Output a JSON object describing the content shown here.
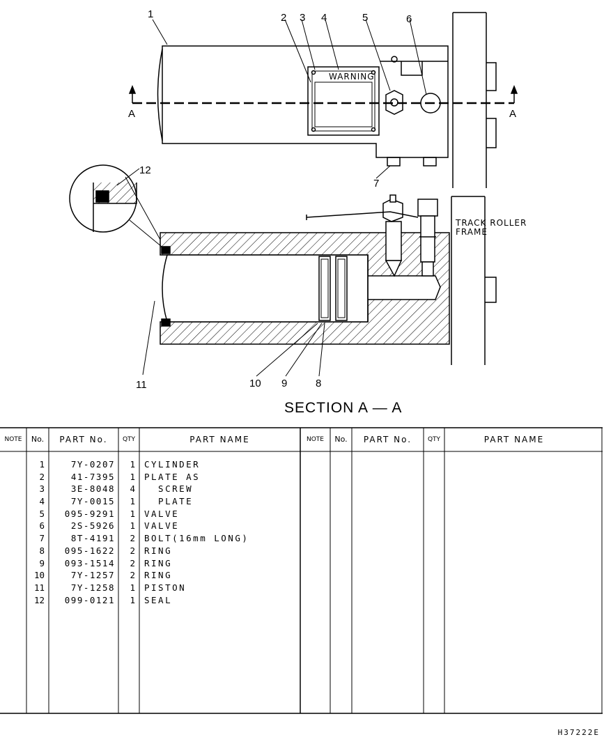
{
  "callouts": [
    "1",
    "2",
    "3",
    "4",
    "5",
    "6",
    "7",
    "8",
    "9",
    "10",
    "11",
    "12"
  ],
  "section_arrows": {
    "left": "A",
    "right": "A"
  },
  "warning_plate_text": "WARNING",
  "frame_label_line1": "TRACK ROLLER",
  "frame_label_line2": "FRAME",
  "section_title": "SECTION A — A",
  "table": {
    "headers": {
      "note": "NOTE",
      "no": "No.",
      "part_no": "PART No.",
      "qty": "QTY",
      "part_name": "PART NAME",
      "note2": "NOTE",
      "no2": "No.",
      "part_no2": "PART No.",
      "qty2": "QTY",
      "part_name2": "PART NAME"
    },
    "rows": [
      {
        "no": "1",
        "part_no": "7Y-0207",
        "qty": "1",
        "name": "CYLINDER"
      },
      {
        "no": "2",
        "part_no": "41-7395",
        "qty": "1",
        "name": "PLATE AS"
      },
      {
        "no": "3",
        "part_no": "3E-8048",
        "qty": "4",
        "name": "  SCREW"
      },
      {
        "no": "4",
        "part_no": "7Y-0015",
        "qty": "1",
        "name": "  PLATE"
      },
      {
        "no": "5",
        "part_no": "095-9291",
        "qty": "1",
        "name": "VALVE"
      },
      {
        "no": "6",
        "part_no": "2S-5926",
        "qty": "1",
        "name": "VALVE"
      },
      {
        "no": "7",
        "part_no": "8T-4191",
        "qty": "2",
        "name": "BOLT(16mm LONG)"
      },
      {
        "no": "8",
        "part_no": "095-1622",
        "qty": "2",
        "name": "RING"
      },
      {
        "no": "9",
        "part_no": "093-1514",
        "qty": "2",
        "name": "RING"
      },
      {
        "no": "10",
        "part_no": "7Y-1257",
        "qty": "2",
        "name": "RING"
      },
      {
        "no": "11",
        "part_no": "7Y-1258",
        "qty": "1",
        "name": "PISTON"
      },
      {
        "no": "12",
        "part_no": "099-0121",
        "qty": "1",
        "name": "SEAL"
      }
    ]
  },
  "doc_id": "H37222E"
}
